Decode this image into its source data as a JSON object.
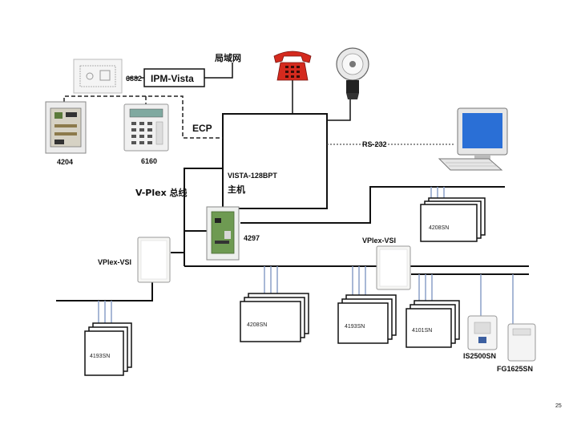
{
  "labels": {
    "lan": "局域网",
    "ipm": "IPM-Vista",
    "code_6882": "6882",
    "code_4204": "4204",
    "code_6160": "6160",
    "ecp": "ECP",
    "rs232": "RS-232",
    "panel_model": "VISTA-128BPT",
    "panel_cn": "主机",
    "vplex_bus": "V-Plex 总线",
    "code_4297": "4297",
    "vplex_vsi_left": "VPlex-VSI",
    "vplex_vsi_right": "VPlex-VSI",
    "rcv_4208_top": "4208SN",
    "rcv_4208_mid": "4208SN",
    "rcv_4193_mid": "4193SN",
    "rcv_4101": "4101SN",
    "rcv_4193_left": "4193SN",
    "is2500": "IS2500SN",
    "fg1625": "FG1625SN",
    "page_num": "25"
  },
  "colors": {
    "wire": "#111111",
    "dashed": "#222222",
    "bus_tap": "#8aa0c8",
    "phone": "#d42a1e",
    "monitor_screen": "#2a6fd6"
  }
}
